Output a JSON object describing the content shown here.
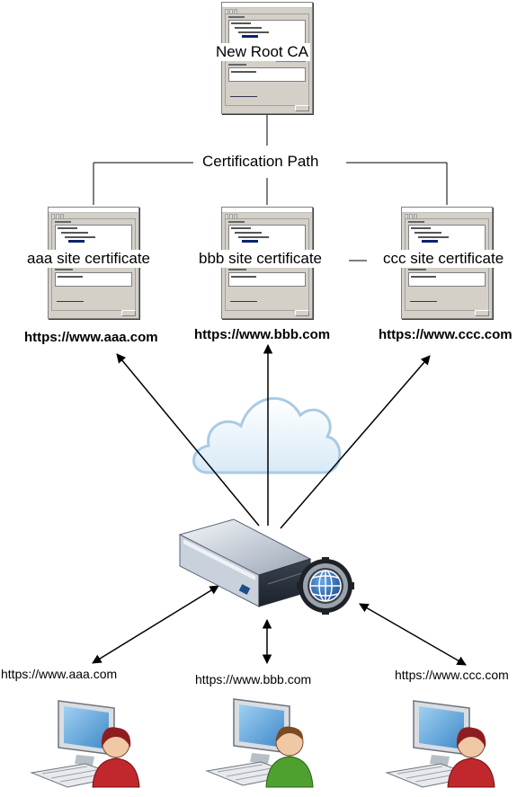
{
  "root": {
    "label": "New Root CA"
  },
  "path_label": "Certification Path",
  "sites": [
    {
      "cert_label": "aaa site certificate",
      "server_url": "https://www.aaa.com",
      "client_url": "https://www.aaa.com"
    },
    {
      "cert_label": "bbb site certificate",
      "server_url": "https://www.bbb.com",
      "client_url": "https://www.bbb.com"
    },
    {
      "cert_label": "ccc site certificate",
      "server_url": "https://www.ccc.com",
      "client_url": "https://www.ccc.com"
    }
  ],
  "colors": {
    "cloud_fill": "#e8f3fb",
    "cloud_stroke": "#a9cbe3",
    "appliance_body": "#a8b4c4",
    "globe_blue": "#2f6db5",
    "monitor_screen": "#6fb0df",
    "person_red": "#c0282d",
    "person_green": "#4ea12f"
  },
  "icons": {
    "cloud": "cloud-icon",
    "appliance": "ssl-inspection-appliance-icon",
    "globe": "globe-icon",
    "client": "workstation-user-icon"
  }
}
